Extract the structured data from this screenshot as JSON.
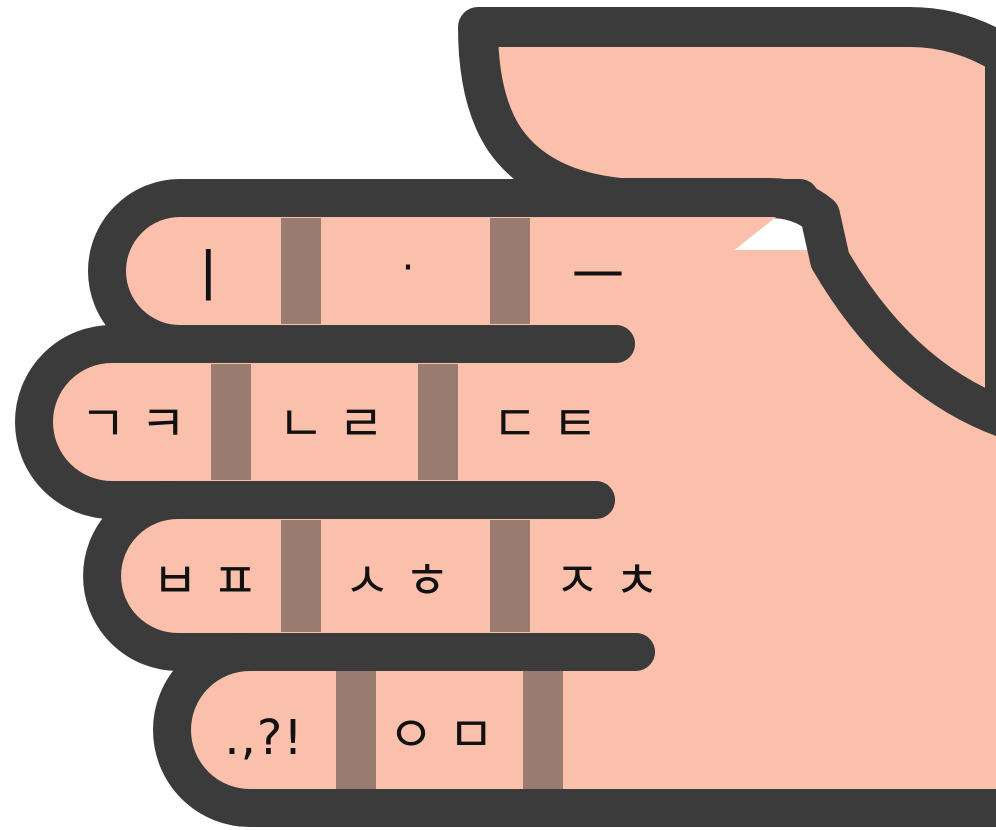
{
  "colors": {
    "skin": "#fbc0ab",
    "outline": "#3b3b3b",
    "knuckle": "#9a7b70",
    "text": "#111111"
  },
  "keypad": {
    "rows": [
      {
        "name": "index-finger",
        "keys": [
          "ㅣ",
          "·",
          "ㅡ"
        ]
      },
      {
        "name": "middle-finger",
        "keys": [
          "ㄱㅋ",
          "ㄴㄹ",
          "ㄷㅌ"
        ]
      },
      {
        "name": "ring-finger",
        "keys": [
          "ㅂㅍ",
          "ㅅㅎ",
          "ㅈㅊ"
        ]
      },
      {
        "name": "little-finger",
        "keys": [
          ".,?!",
          "ㅇㅁ"
        ]
      }
    ]
  }
}
